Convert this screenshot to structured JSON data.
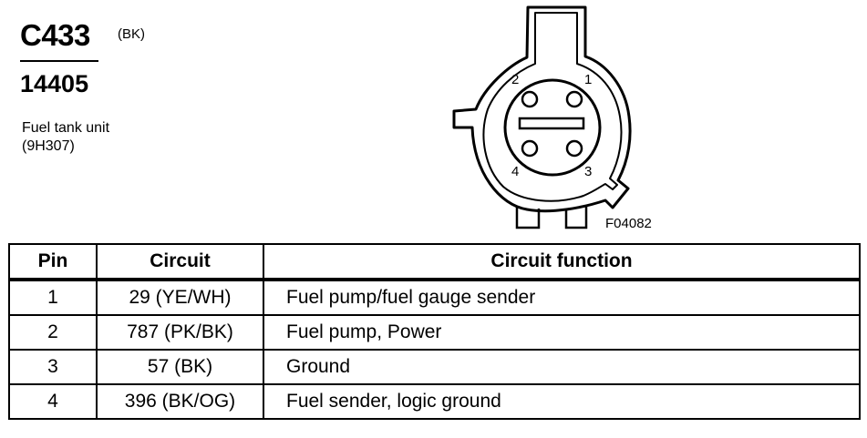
{
  "header": {
    "connector_id": "C433",
    "connector_color": "(BK)",
    "part_number": "14405",
    "description_line1": "Fuel tank unit",
    "description_line2": "(9H307)"
  },
  "figure": {
    "code": "F04082",
    "pin_labels": [
      "1",
      "2",
      "3",
      "4"
    ]
  },
  "table": {
    "columns": [
      "Pin",
      "Circuit",
      "Circuit function"
    ],
    "rows": [
      {
        "pin": "1",
        "circuit": "29 (YE/WH)",
        "function": "Fuel pump/fuel gauge sender"
      },
      {
        "pin": "2",
        "circuit": "787 (PK/BK)",
        "function": "Fuel pump, Power"
      },
      {
        "pin": "3",
        "circuit": "57 (BK)",
        "function": "Ground"
      },
      {
        "pin": "4",
        "circuit": "396 (BK/OG)",
        "function": "Fuel sender, logic ground"
      }
    ]
  }
}
